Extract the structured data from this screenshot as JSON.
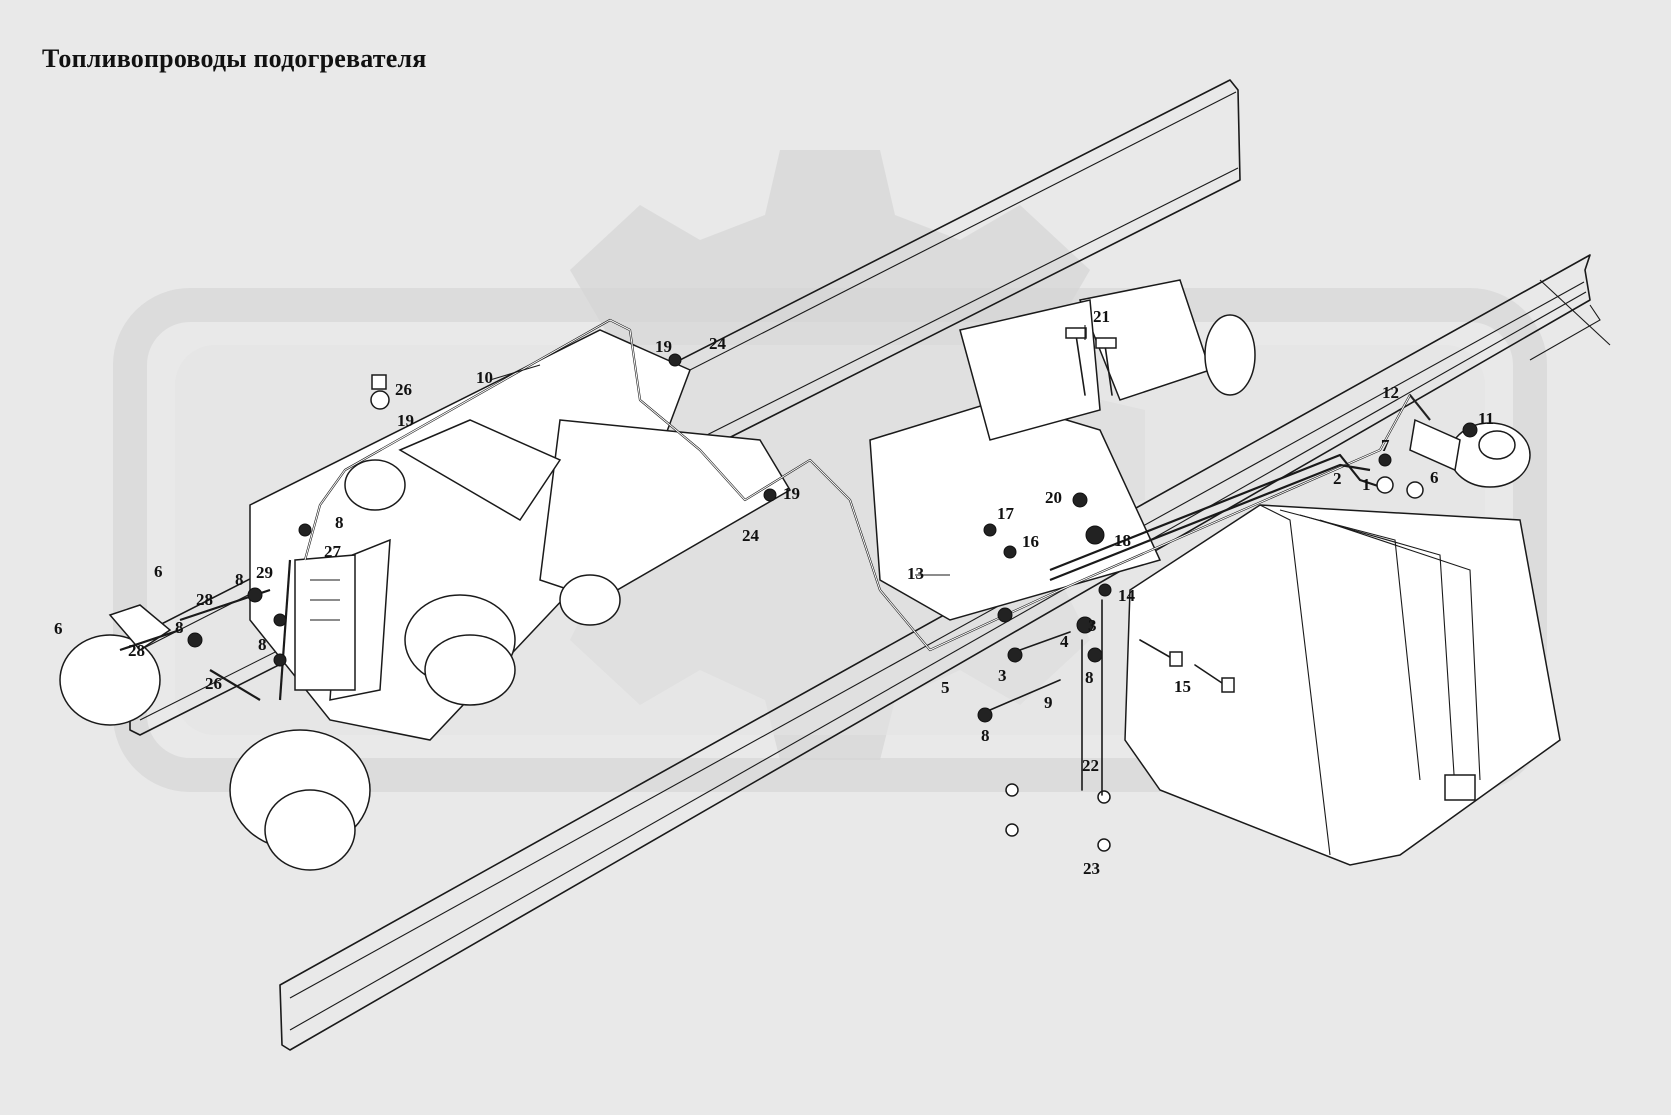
{
  "title": "Топливопроводы подогревателя",
  "callouts": [
    {
      "id": "c1",
      "text": "1"
    },
    {
      "id": "c2",
      "text": "2"
    },
    {
      "id": "c3a",
      "text": "3"
    },
    {
      "id": "c3b",
      "text": "3"
    },
    {
      "id": "c4",
      "text": "4"
    },
    {
      "id": "c5",
      "text": "5"
    },
    {
      "id": "c6a",
      "text": "6"
    },
    {
      "id": "c6b",
      "text": "6"
    },
    {
      "id": "c6c",
      "text": "6"
    },
    {
      "id": "c7",
      "text": "7"
    },
    {
      "id": "c8a",
      "text": "8"
    },
    {
      "id": "c8b",
      "text": "8"
    },
    {
      "id": "c8c",
      "text": "8"
    },
    {
      "id": "c8d",
      "text": "8"
    },
    {
      "id": "c8e",
      "text": "8"
    },
    {
      "id": "c8f",
      "text": "8"
    },
    {
      "id": "c9",
      "text": "9"
    },
    {
      "id": "c10",
      "text": "10"
    },
    {
      "id": "c11",
      "text": "11"
    },
    {
      "id": "c12",
      "text": "12"
    },
    {
      "id": "c13",
      "text": "13"
    },
    {
      "id": "c14",
      "text": "14"
    },
    {
      "id": "c15",
      "text": "15"
    },
    {
      "id": "c16",
      "text": "16"
    },
    {
      "id": "c17",
      "text": "17"
    },
    {
      "id": "c18",
      "text": "18"
    },
    {
      "id": "c19a",
      "text": "19"
    },
    {
      "id": "c19b",
      "text": "19"
    },
    {
      "id": "c19c",
      "text": "19"
    },
    {
      "id": "c20",
      "text": "20"
    },
    {
      "id": "c21",
      "text": "21"
    },
    {
      "id": "c22",
      "text": "22"
    },
    {
      "id": "c23",
      "text": "23"
    },
    {
      "id": "c24a",
      "text": "24"
    },
    {
      "id": "c24b",
      "text": "24"
    },
    {
      "id": "c26a",
      "text": "26"
    },
    {
      "id": "c26b",
      "text": "26"
    },
    {
      "id": "c27",
      "text": "27"
    },
    {
      "id": "c28a",
      "text": "28"
    },
    {
      "id": "c28b",
      "text": "28"
    },
    {
      "id": "c29",
      "text": "29"
    }
  ]
}
